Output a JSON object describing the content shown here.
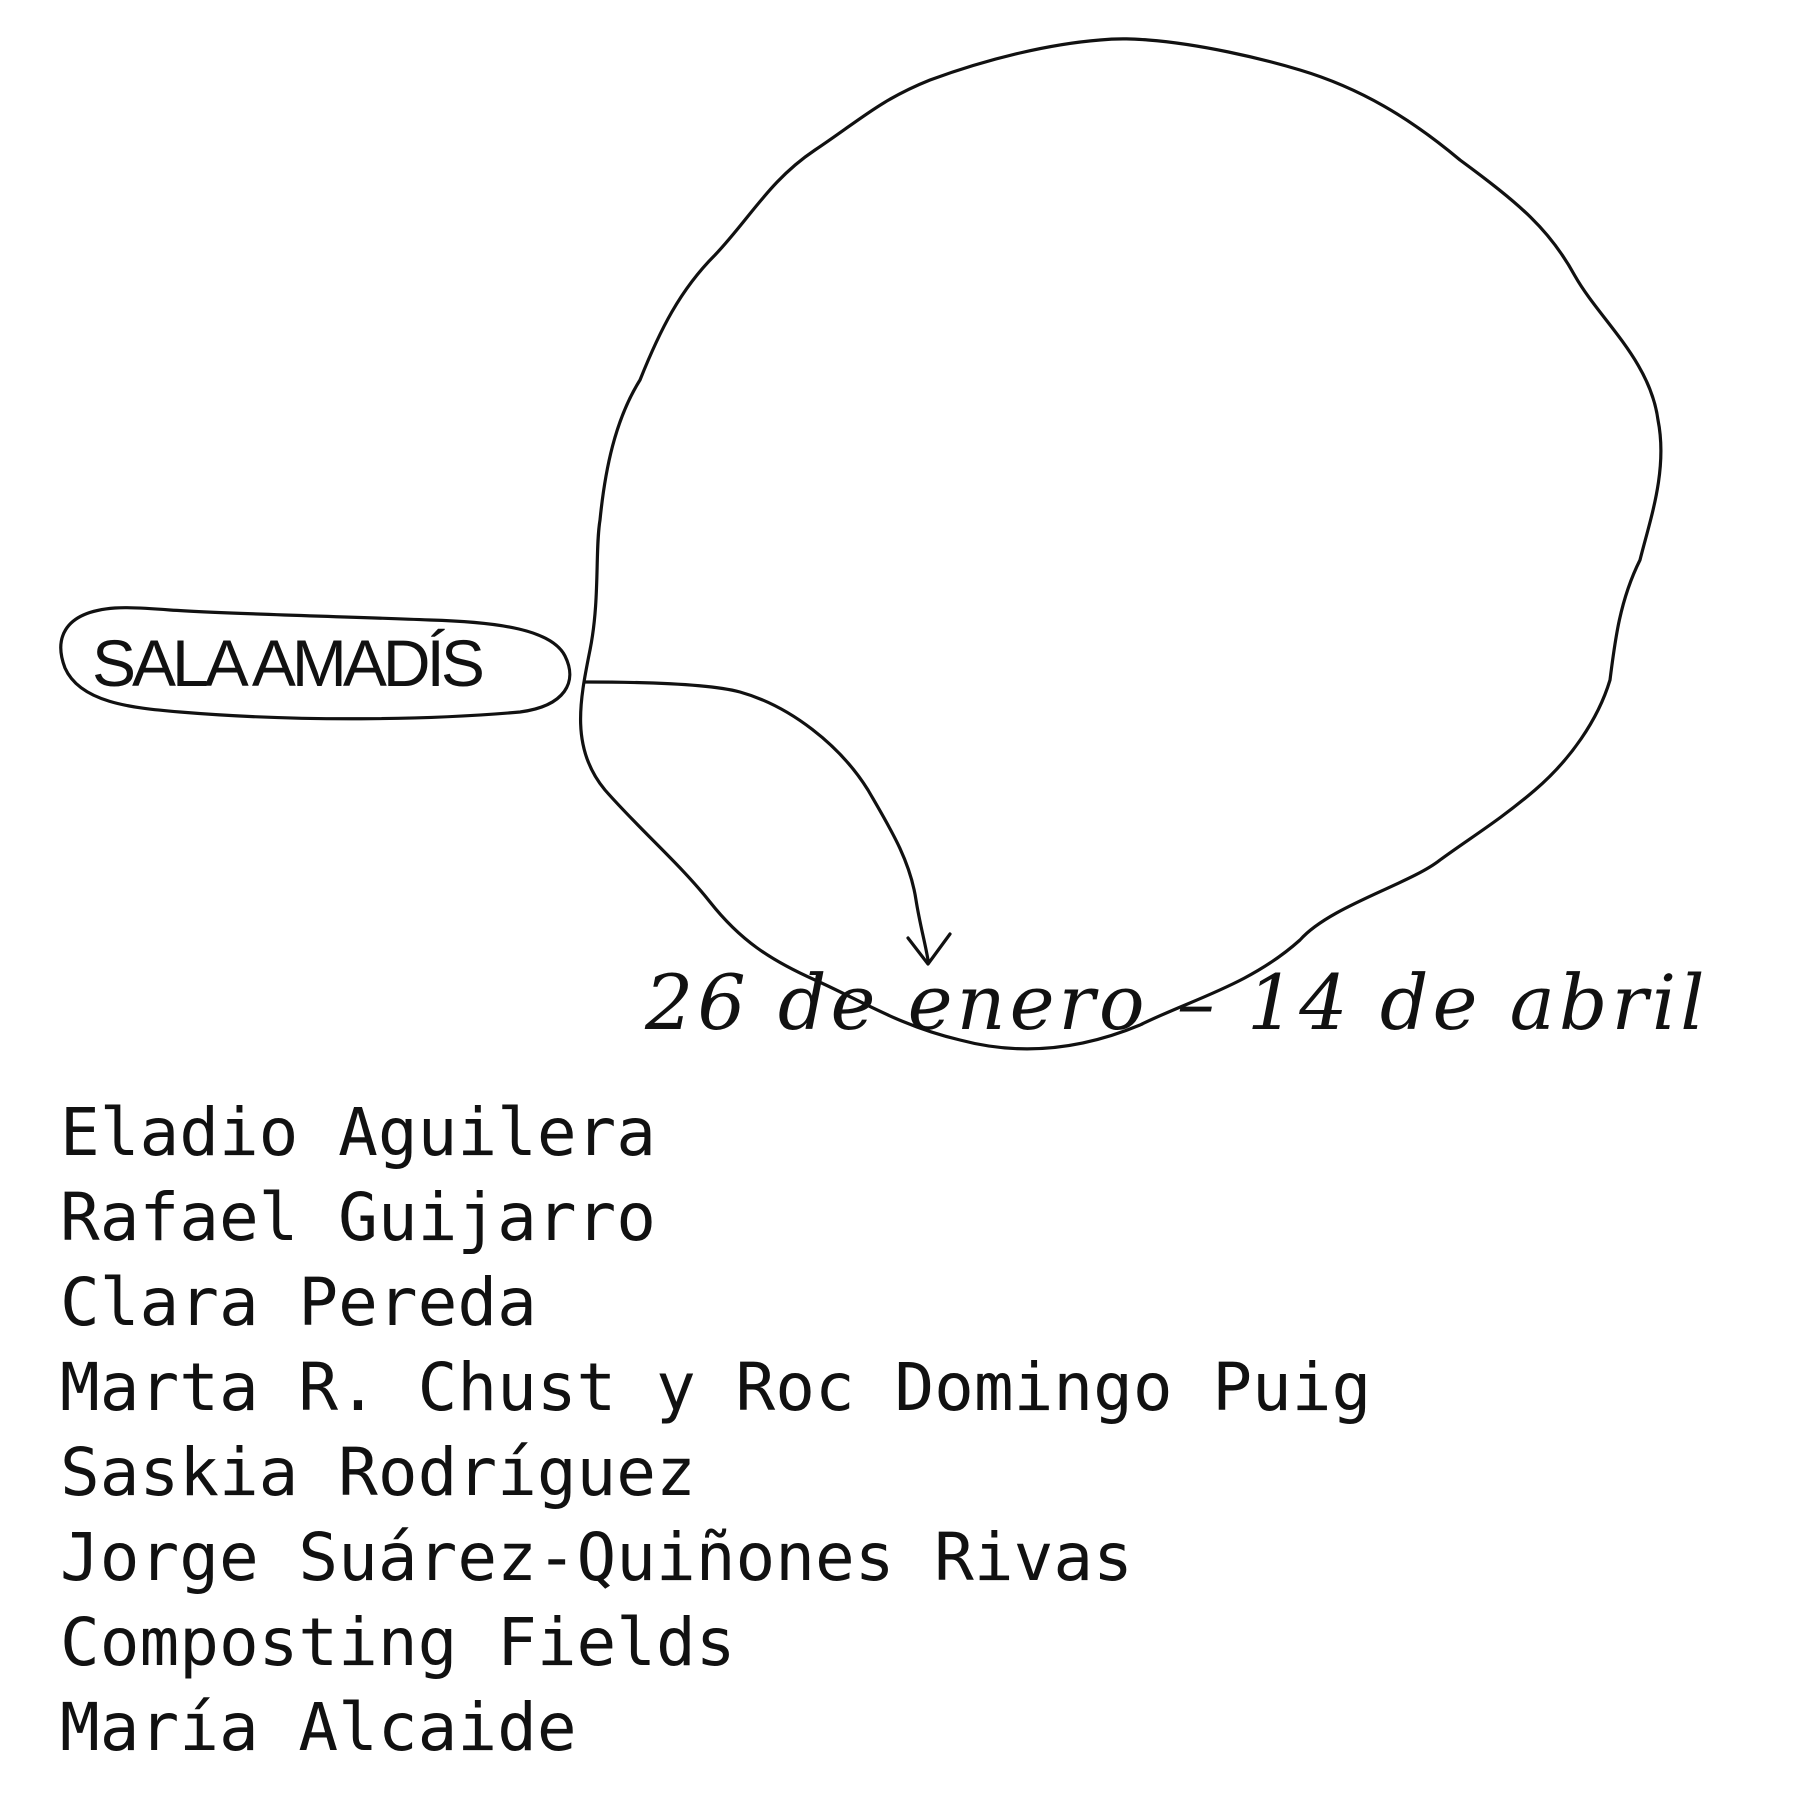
{
  "venue": {
    "label": "SALA AMADÍS"
  },
  "dates": {
    "range": "26 de enero – 14 de abril"
  },
  "artists": [
    "Eladio Aguilera",
    "Rafael Guijarro",
    "Clara Pereda",
    "Marta R. Chust y Roc Domingo Puig",
    "Saskia Rodríguez",
    "Jorge Suárez-Quiñones Rivas",
    "Composting Fields",
    "María Alcaide"
  ],
  "colors": {
    "ink": "#111111",
    "background": "#ffffff"
  }
}
